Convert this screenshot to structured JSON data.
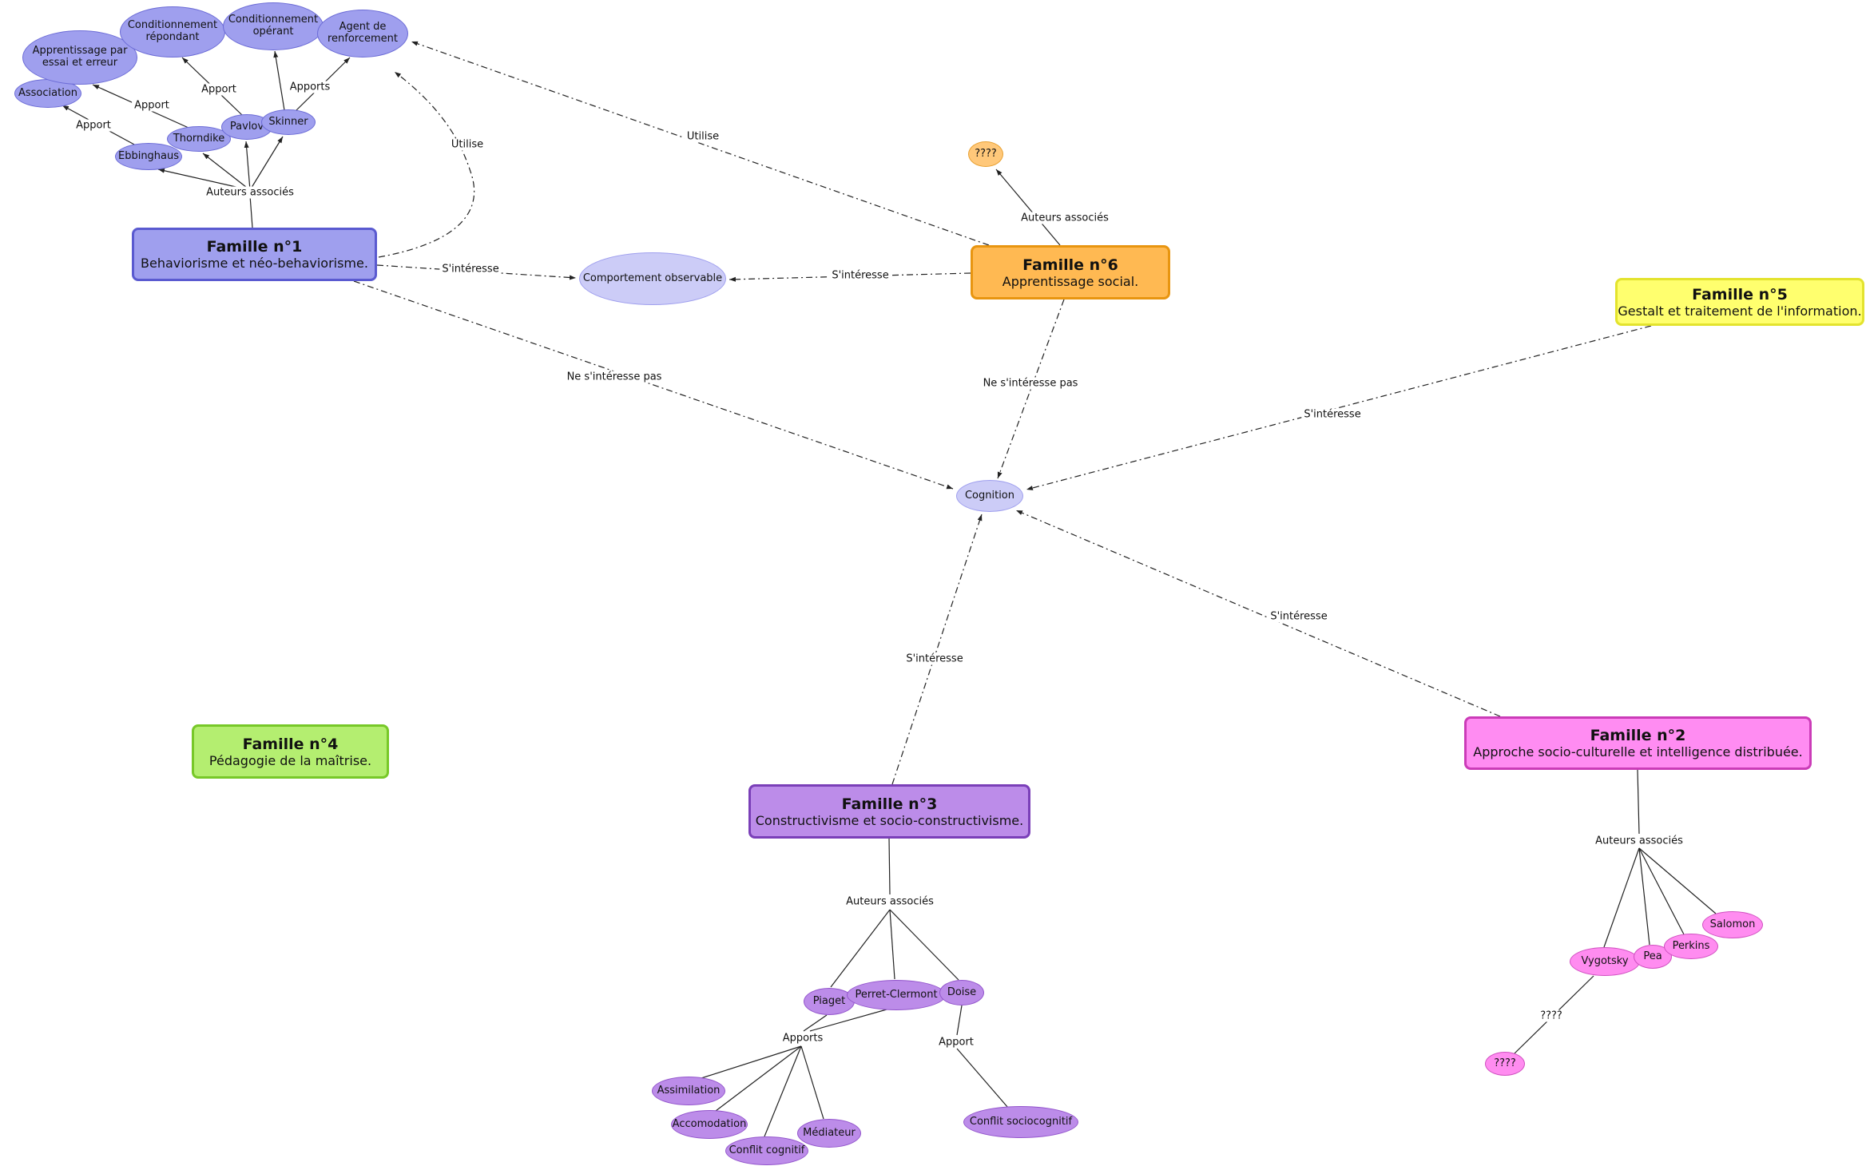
{
  "families": {
    "f1": {
      "title": "Famille n°1",
      "desc": "Behaviorisme et néo-behaviorisme.",
      "fill": "#9f9fee",
      "border": "#5a5ad0"
    },
    "f2": {
      "title": "Famille n°2",
      "desc": "Approche socio-culturelle et intelligence distribuée.",
      "fill": "#ff8cf2",
      "border": "#cb3cb8"
    },
    "f3": {
      "title": "Famille n°3",
      "desc": "Constructivisme et socio-constructivisme.",
      "fill": "#bc8ce9",
      "border": "#7a3fb8"
    },
    "f4": {
      "title": "Famille n°4",
      "desc": "Pédagogie de la maîtrise.",
      "fill": "#b4ee70",
      "border": "#77c828"
    },
    "f5": {
      "title": "Famille n°5",
      "desc": "Gestalt et traitement de l'information.",
      "fill": "#ffff6e",
      "border": "#e3e32e"
    },
    "f6": {
      "title": "Famille n°6",
      "desc": "Apprentissage social.",
      "fill": "#ffb952",
      "border": "#e89510"
    }
  },
  "nodes": {
    "association": "Association",
    "apprentissage_essai_erreur": "Apprentissage par essai et erreur",
    "conditionnement_repondant": "Conditionnement répondant",
    "conditionnement_operant": "Conditionnement opérant",
    "agent_renforcement": "Agent de renforcement",
    "ebbinghaus": "Ebbinghaus",
    "thorndike": "Thorndike",
    "pavlov": "Pavlov",
    "skinner": "Skinner",
    "comportement_observable": "Comportement observable",
    "cognition": "Cognition",
    "inconnu_f6": "????",
    "piaget": "Piaget",
    "perret_clermont": "Perret-Clermont",
    "doise": "Doise",
    "assimilation": "Assimilation",
    "accomodation": "Accomodation",
    "conflit_cognitif": "Conflit cognitif",
    "mediateur": "Médiateur",
    "conflit_sociocognitif": "Conflit sociocognitif",
    "vygotsky": "Vygotsky",
    "pea": "Pea",
    "perkins": "Perkins",
    "salomon": "Salomon",
    "inconnu_f2": "????"
  },
  "edge_labels": {
    "apport": "Apport",
    "apports": "Apports",
    "auteurs_associes": "Auteurs associés",
    "utilise": "Utilise",
    "sinteresse": "S'intéresse",
    "ne_sinteresse_pas": "Ne s'intéresse pas",
    "inconnu": "????"
  },
  "colors": {
    "line": "#222222",
    "node_family1": "#9f9fee",
    "node_light": "#ccccf7",
    "node_family6": "#ffc87a",
    "node_family3": "#bc8ce9",
    "node_family2": "#ff8cf0",
    "background": "#ffffff"
  }
}
